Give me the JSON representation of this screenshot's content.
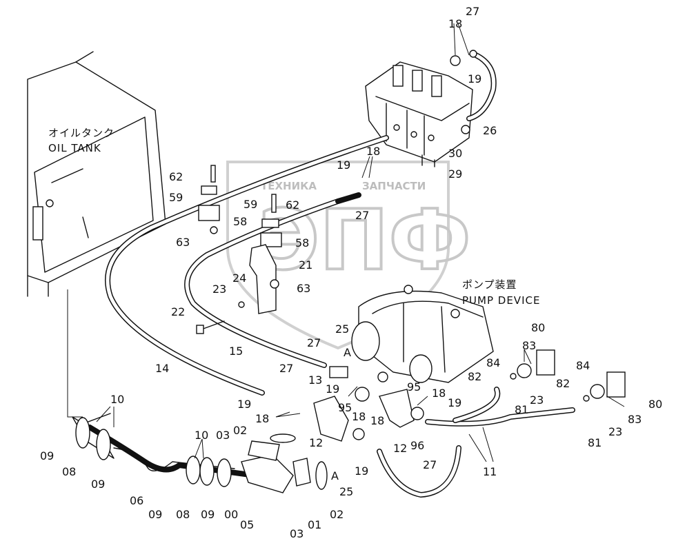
{
  "captions": {
    "oil_tank_jp": "オイルタンク",
    "oil_tank_en": "OIL TANK",
    "pump_jp": "ポンプ装置",
    "pump_en": "PUMP DEVICE"
  },
  "watermark": {
    "left": "ТЕХНИКА",
    "right": "ЗАПЧАСТИ",
    "logo": "ЭПФ"
  },
  "callouts": [
    "27",
    "18",
    "19",
    "26",
    "18",
    "19",
    "30",
    "29",
    "27",
    "62",
    "59",
    "58",
    "59",
    "62",
    "58",
    "63",
    "21",
    "63",
    "24",
    "23",
    "22",
    "15",
    "14",
    "27",
    "25",
    "A",
    "13",
    "19",
    "95",
    "18",
    "27",
    "19",
    "18",
    "02",
    "03",
    "12",
    "12",
    "18",
    "96",
    "19",
    "95",
    "18",
    "19",
    "27",
    "11",
    "25",
    "A",
    "80",
    "83",
    "84",
    "82",
    "23",
    "81",
    "84",
    "82",
    "83",
    "80",
    "81",
    "23",
    "10",
    "09",
    "08",
    "09",
    "06",
    "10",
    "09",
    "08",
    "09",
    "00",
    "05",
    "03",
    "01",
    "02"
  ]
}
